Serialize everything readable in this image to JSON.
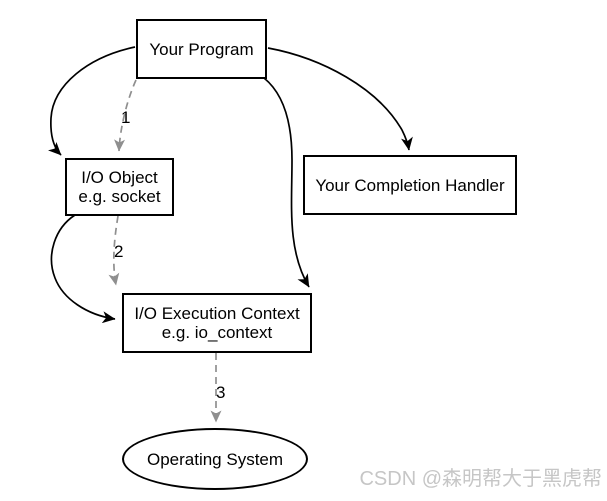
{
  "diagram": {
    "nodes": {
      "your_program": {
        "label": "Your Program"
      },
      "io_object": {
        "line1": "I/O Object",
        "line2": "e.g. socket"
      },
      "completion_handler": {
        "label": "Your Completion Handler"
      },
      "execution_context": {
        "line1": "I/O Execution Context",
        "line2": "e.g. io_context"
      },
      "operating_system": {
        "label": "Operating System"
      }
    },
    "edges": {
      "step1": {
        "label": "1"
      },
      "step2": {
        "label": "2"
      },
      "step3": {
        "label": "3"
      }
    },
    "colors": {
      "solid_line": "#000000",
      "dashed_line": "#8f8f8f",
      "node_border": "#000000",
      "node_fill": "#ffffff",
      "watermark": "#c6c6c6"
    }
  },
  "watermark": {
    "text": "CSDN @森明帮大于黑虎帮"
  }
}
